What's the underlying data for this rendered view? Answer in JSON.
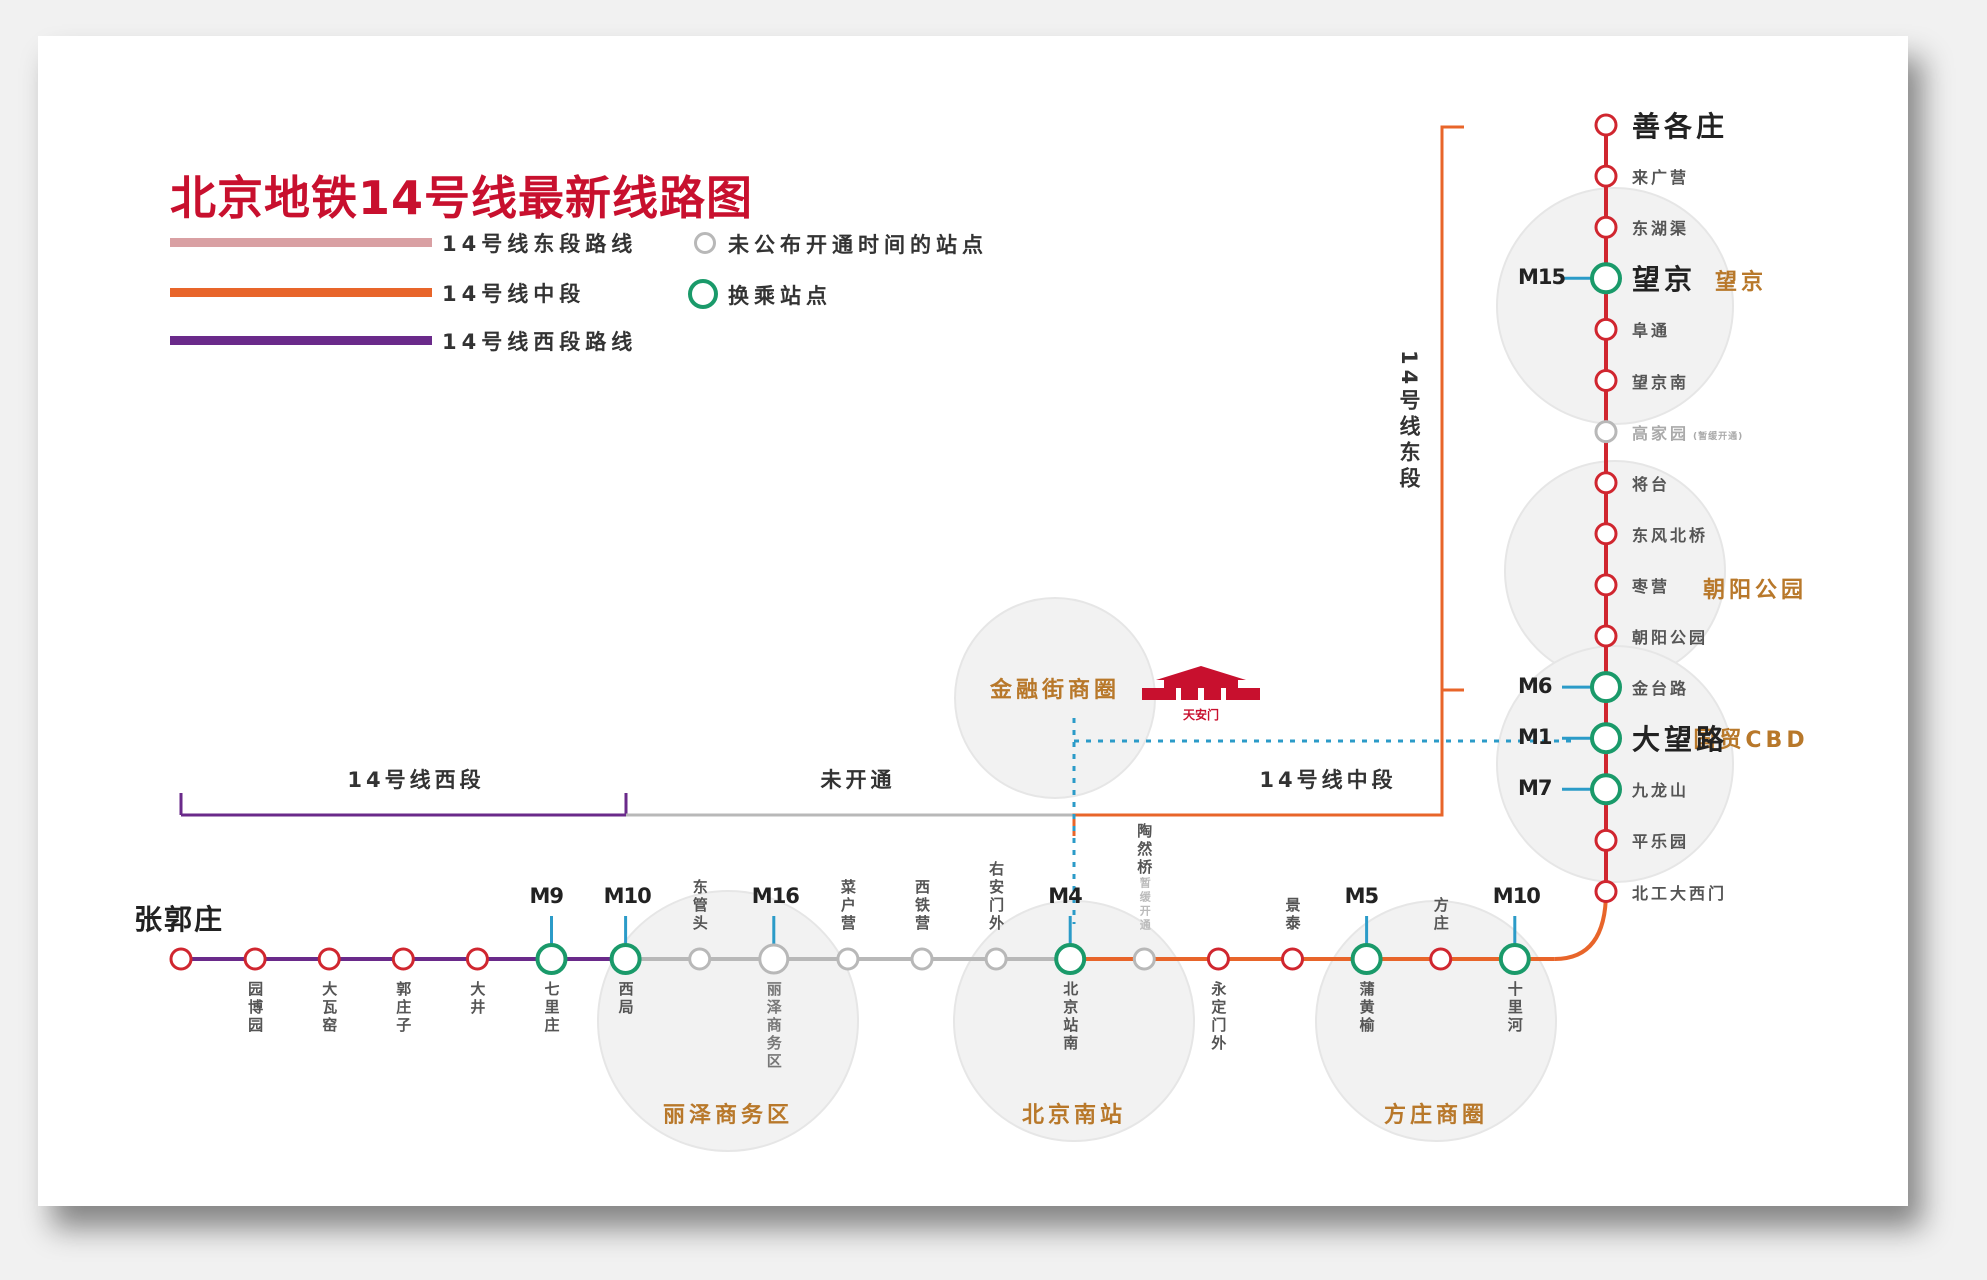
{
  "title": "北京地铁14号线最新线路图",
  "legend": {
    "east": {
      "label": "14号线东段路线",
      "color": "#d9a0a3"
    },
    "middle": {
      "label": "14号线中段",
      "color": "#e8652a"
    },
    "west": {
      "label": "14号线西段路线",
      "color": "#6a2a8a"
    },
    "unopened": {
      "label": "未公布开通时间的站点"
    },
    "transfer": {
      "label": "换乘站点"
    }
  },
  "colors": {
    "accent_red": "#c8102e",
    "station_red": "#d0262f",
    "transfer_green": "#1a9a6a",
    "connector_blue": "#2b9bc8",
    "unopened_grey": "#b8b8b8",
    "area_gold": "#b8782a"
  },
  "segments": {
    "west": "14号线西段",
    "unopened": "未开通",
    "middle": "14号线中段",
    "east": "14号线东段"
  },
  "landmark": {
    "tiananmen": "天安门",
    "icon": "tiananmen-gate-icon"
  },
  "areas": {
    "finance_street": "金融街商圈",
    "lize": "丽泽商务区",
    "beijing_south": "北京南站",
    "fangzhuang": "方庄商圈",
    "wangjing": "望京",
    "chaoyang_park": "朝阳公园",
    "cbd": "国贸CBD"
  },
  "terminal_west": "张郭庄",
  "horizontal_stations": [
    {
      "id": "zhangguozhuang",
      "name": "",
      "type": "normal"
    },
    {
      "id": "yuanboyuan",
      "name": "园博园",
      "type": "normal"
    },
    {
      "id": "dawayao",
      "name": "大瓦窑",
      "type": "normal"
    },
    {
      "id": "guozhuangzi",
      "name": "郭庄子",
      "type": "normal"
    },
    {
      "id": "dajing",
      "name": "大井",
      "type": "normal"
    },
    {
      "id": "qilizhuang",
      "name": "七里庄",
      "type": "transfer",
      "line": "M9"
    },
    {
      "id": "xiju",
      "name": "西局",
      "type": "transfer",
      "line": "M10"
    },
    {
      "id": "dongguantou",
      "name": "东管头",
      "type": "unopened",
      "above": true
    },
    {
      "id": "lize",
      "name": "丽泽商务区",
      "type": "unopened",
      "line": "M16"
    },
    {
      "id": "caihuying",
      "name": "菜户营",
      "type": "unopened",
      "above": true
    },
    {
      "id": "xitieying",
      "name": "西铁营",
      "type": "unopened",
      "above": true
    },
    {
      "id": "youanmenwai",
      "name": "右安门外",
      "type": "unopened",
      "above": true
    },
    {
      "id": "beijingnan",
      "name": "北京站南",
      "type": "transfer",
      "line": "M4"
    },
    {
      "id": "taoranqiao",
      "name": "陶然桥",
      "note": "暂缓开通",
      "type": "unopened",
      "above": true
    },
    {
      "id": "yongdingmenwai",
      "name": "永定门外",
      "type": "normal"
    },
    {
      "id": "jingtai",
      "name": "景泰",
      "type": "normal",
      "above": true
    },
    {
      "id": "puhuangyu",
      "name": "蒲黄榆",
      "type": "transfer",
      "line": "M5"
    },
    {
      "id": "fangzhuang",
      "name": "方庄",
      "type": "normal",
      "above": true
    },
    {
      "id": "shilihe",
      "name": "十里河",
      "type": "transfer",
      "line": "M10"
    }
  ],
  "vertical_stations": [
    {
      "id": "shangezhuang",
      "name": "善各庄",
      "type": "normal",
      "big": true
    },
    {
      "id": "laiguangying",
      "name": "来广营",
      "type": "normal"
    },
    {
      "id": "donghuqu",
      "name": "东湖渠",
      "type": "normal"
    },
    {
      "id": "wangjing",
      "name": "望京",
      "type": "transfer",
      "line": "M15",
      "big": true
    },
    {
      "id": "futong",
      "name": "阜通",
      "type": "normal"
    },
    {
      "id": "wangjingnan",
      "name": "望京南",
      "type": "normal"
    },
    {
      "id": "gaojiayuan",
      "name": "高家园",
      "note": "(暂缓开通)",
      "type": "unopened"
    },
    {
      "id": "jiangtai",
      "name": "将台",
      "type": "normal"
    },
    {
      "id": "dongfengbeiqiao",
      "name": "东风北桥",
      "type": "normal"
    },
    {
      "id": "zaoying",
      "name": "枣营",
      "type": "normal"
    },
    {
      "id": "chaoyanggongyuan",
      "name": "朝阳公园",
      "type": "normal"
    },
    {
      "id": "jintailu",
      "name": "金台路",
      "type": "transfer",
      "line": "M6"
    },
    {
      "id": "dawanglu",
      "name": "大望路",
      "type": "transfer",
      "line": "M1",
      "big": true
    },
    {
      "id": "jiulongshan",
      "name": "九龙山",
      "type": "transfer",
      "line": "M7"
    },
    {
      "id": "pingleyuan",
      "name": "平乐园",
      "type": "normal"
    },
    {
      "id": "beigongdaximen",
      "name": "北工大西门",
      "type": "normal"
    }
  ]
}
